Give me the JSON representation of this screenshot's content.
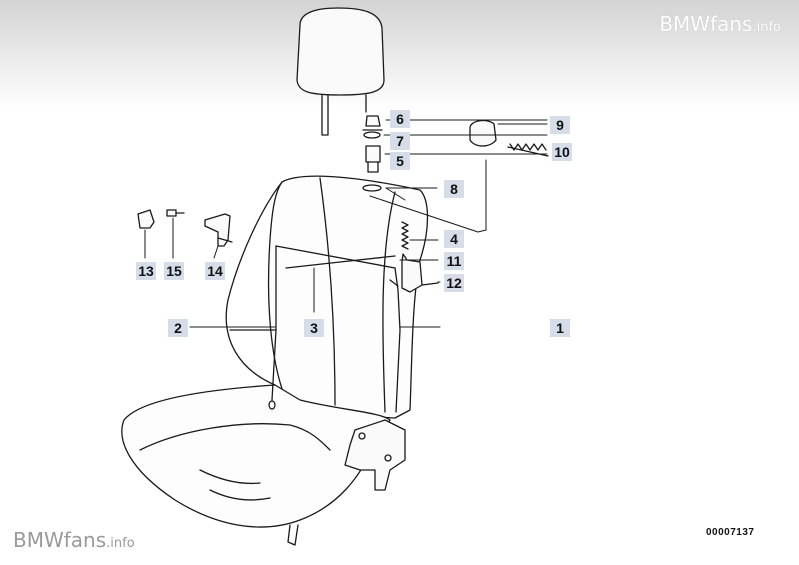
{
  "watermarks": {
    "top_brand": "BMWfans",
    "top_suffix": ".info",
    "bottom_brand": "BMWfans",
    "bottom_suffix": ".info"
  },
  "diagram_number": "00007137",
  "callouts": [
    "1",
    "2",
    "3",
    "4",
    "5",
    "6",
    "7",
    "8",
    "9",
    "10",
    "11",
    "12",
    "13",
    "14",
    "15"
  ]
}
